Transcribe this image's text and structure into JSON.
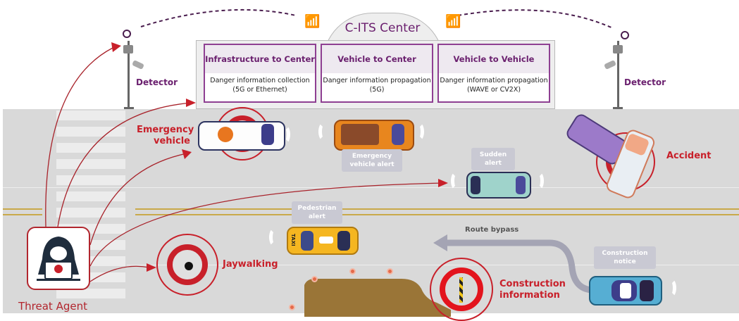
{
  "center": {
    "title": "C-ITS Center",
    "cards": [
      {
        "heading": "Infrastructure to Center",
        "line1": "Danger information collection",
        "line2": "(5G or Ethernet)"
      },
      {
        "heading": "Vehicle to Center",
        "line1": "Danger information propagation",
        "line2": "(5G)"
      },
      {
        "heading": "Vehicle to Vehicle",
        "line1": "Danger information propagation",
        "line2": "(WAVE or CV2X)"
      }
    ]
  },
  "detectors": {
    "left": "Detector",
    "right": "Detector"
  },
  "scenarios": {
    "emergency_vehicle": [
      "Emergency",
      "vehicle"
    ],
    "accident": "Accident",
    "jaywalking": "Jaywalking",
    "construction": [
      "Construction",
      "information"
    ]
  },
  "alerts": {
    "emergency": [
      "Emergency",
      "vehicle alert"
    ],
    "sudden": [
      "Sudden",
      "alert"
    ],
    "pedestrian": [
      "Pedestrian",
      "alert"
    ],
    "construction_notice": [
      "Construction",
      "notice"
    ],
    "route_bypass": "Route bypass"
  },
  "taxi_sign": "TAXI",
  "threat_agent": "Threat Agent",
  "colors": {
    "purple": "#6a1f6e",
    "red": "#c8202a",
    "road": "#d9d9d9",
    "lane_yellow": "#c9a94a"
  }
}
